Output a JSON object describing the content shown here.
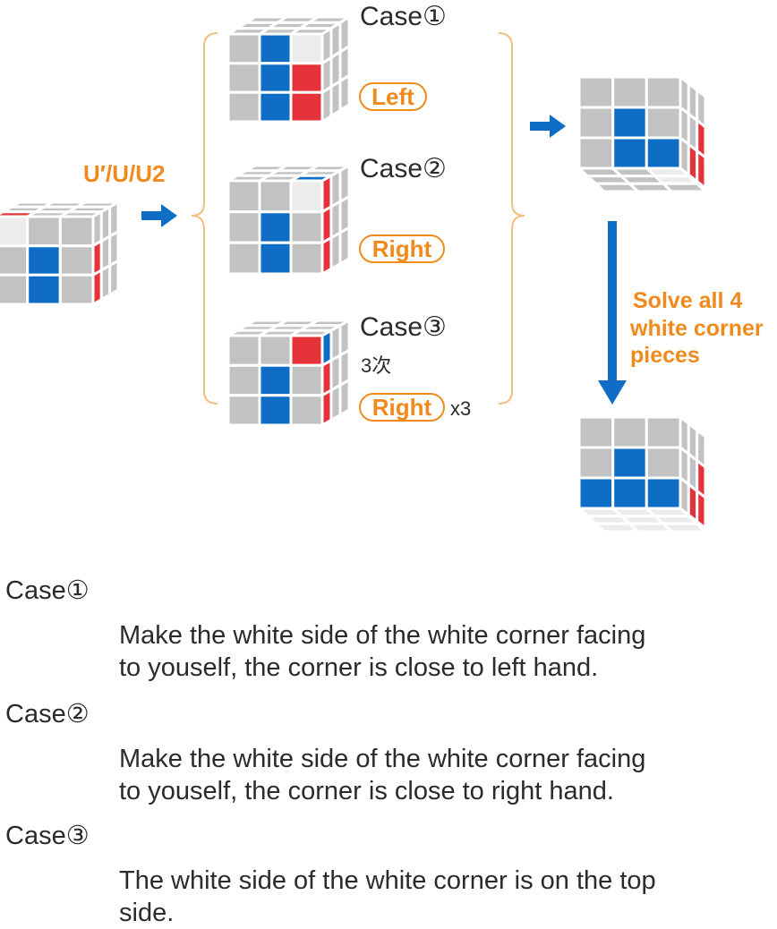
{
  "colors": {
    "grey": "#c2c2c2",
    "white": "#ececec",
    "blue": "#0f6dc6",
    "red": "#e53339",
    "orange": "#f08a1c",
    "arrow": "#0f6dc6"
  },
  "diagram": {
    "start_move_label": "U′/U/U2",
    "cases": [
      {
        "title": "Case①",
        "move": "Left"
      },
      {
        "title": "Case②",
        "move": "Right"
      },
      {
        "title": "Case③",
        "times_label": "3次",
        "move": "Right",
        "repeat": "x3"
      }
    ],
    "solve_label_lines": [
      "Solve all 4",
      "white corner",
      "pieces"
    ]
  },
  "descriptions": [
    {
      "title": "Case①",
      "lines": [
        "Make the white side of the white corner facing",
        "to youself, the corner is close to left hand."
      ]
    },
    {
      "title": "Case②",
      "lines": [
        "Make the white side of the white corner facing",
        "to youself, the corner is close to right hand."
      ]
    },
    {
      "title": "Case③",
      "lines": [
        "The white side of the white corner is on the top",
        "side."
      ]
    }
  ]
}
